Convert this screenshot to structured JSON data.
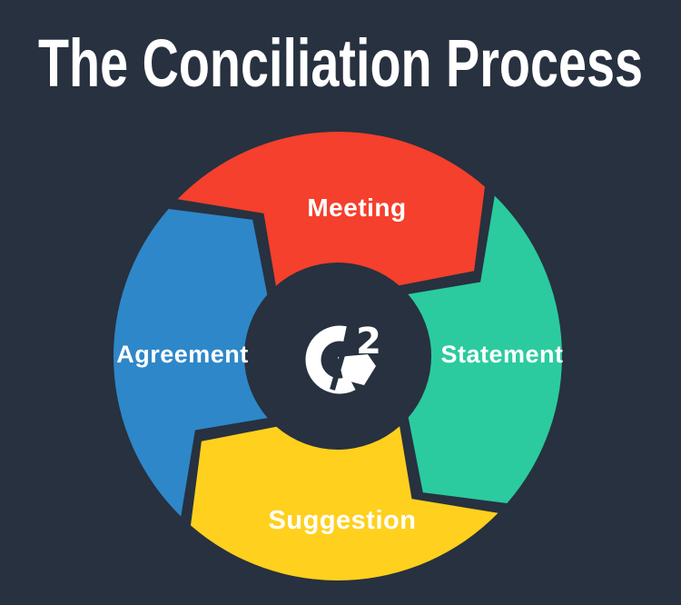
{
  "title": "The Conciliation Process",
  "diagram": {
    "type": "cycle",
    "flow_direction": "clockwise",
    "center_logo": {
      "brand": "G2",
      "superscript": "2"
    },
    "segments": [
      {
        "label": "Meeting",
        "position": "top",
        "color": "#f4402c"
      },
      {
        "label": "Statement",
        "position": "right",
        "color": "#2bcb9f"
      },
      {
        "label": "Suggestion",
        "position": "bottom",
        "color": "#ffd01e"
      },
      {
        "label": "Agreement",
        "position": "left",
        "color": "#2e87c8"
      }
    ],
    "palette": {
      "background": "#27313f",
      "text": "#ffffff",
      "logo": "#ffffff"
    }
  }
}
